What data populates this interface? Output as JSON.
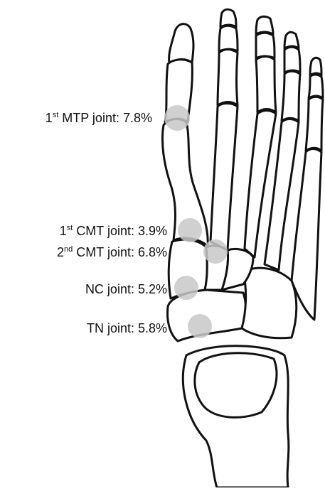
{
  "labels": {
    "mtp1": {
      "sup": "st",
      "num": "1",
      "text": "MTP joint: 7.8%"
    },
    "cmt1": {
      "sup": "st",
      "num": "1",
      "text": "CMT joint: 3.9%"
    },
    "cmt2": {
      "sup": "nd",
      "num": "2",
      "text": "CMT joint: 6.8%"
    },
    "nc": {
      "text": "NC joint: 5.2%"
    },
    "tn": {
      "text": "TN joint: 5.8%"
    }
  },
  "colors": {
    "bone_stroke": "#111111",
    "bone_fill": "#ffffff",
    "joint_marker": "#c8c8c8"
  }
}
